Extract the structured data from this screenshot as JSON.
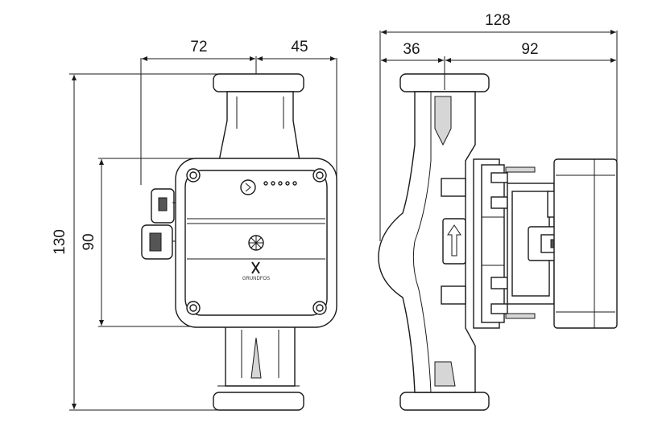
{
  "dimensions": {
    "front_width_left": "72",
    "front_width_right": "45",
    "side_total": "128",
    "side_left": "36",
    "side_right": "92",
    "height_total": "130",
    "height_body": "90"
  },
  "brand": {
    "logo_text": "GRUNDFOS"
  }
}
